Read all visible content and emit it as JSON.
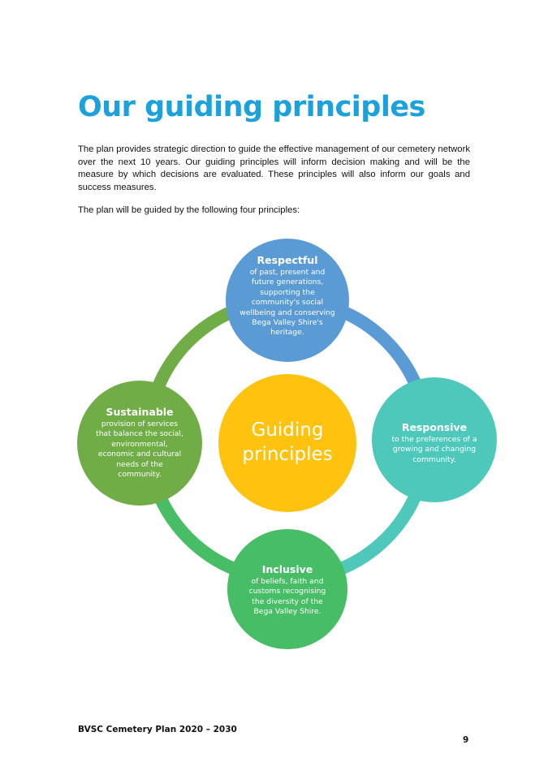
{
  "page": {
    "title": "Our guiding principles",
    "paragraphs": [
      "The plan provides strategic direction to guide the effective management of our cemetery network over the next 10 years.  Our guiding principles will inform decision making and will be the measure by which decisions are evaluated.  These principles will also inform our goals and success measures.",
      "The plan will be guided by the following four principles:"
    ]
  },
  "diagram": {
    "center": {
      "text": "Guiding principles",
      "color": "#FFC20E"
    },
    "nodes": [
      {
        "title": "Respectful",
        "text": "of past, present and future generations, supporting the community's social wellbeing and conserving Bega Valley Shire's heritage.",
        "color": "#5B9BD5"
      },
      {
        "title": "Responsive",
        "text": "to the preferences of a growing and changing community.",
        "color": "#4FC8BC"
      },
      {
        "title": "Inclusive",
        "text": "of beliefs, faith and customs recognising the diversity of the Bega Valley Shire.",
        "color": "#47BE66"
      },
      {
        "title": "Sustainable",
        "text": "provision of services that balance the social, environmental, economic and cultural needs of the community.",
        "color": "#70AD47"
      }
    ]
  },
  "footer": {
    "document": "BVSC Cemetery Plan 2020 – 2030",
    "page_number": "9"
  }
}
